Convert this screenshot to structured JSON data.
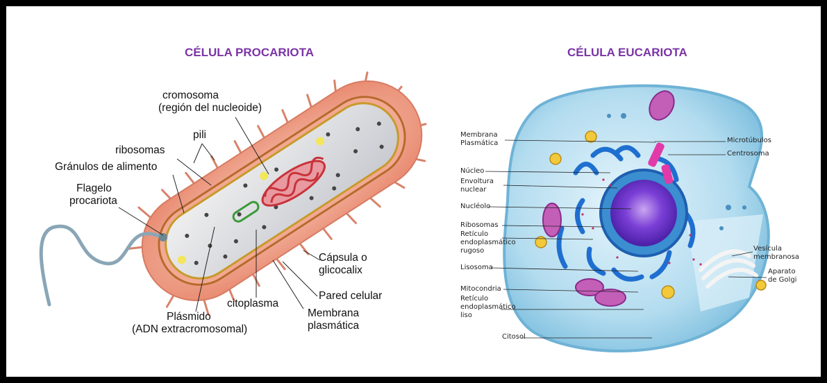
{
  "prokaryote": {
    "title": "CÉLULA PROCARIOTA",
    "labels": {
      "cromosoma": [
        "cromosoma",
        "(región del nucleoide)"
      ],
      "pili": "pili",
      "ribosomas": "ribosomas",
      "granulos": "Gránulos de alimento",
      "flagelo": [
        "Flagelo",
        "procariota"
      ],
      "capsula": [
        "Cápsula o",
        "glicocalix"
      ],
      "pared": "Pared celular",
      "citoplasma": "citoplasma",
      "membrana": [
        "Membrana",
        "plasmática"
      ],
      "plasmido": [
        "Plásmido",
        "(ADN extracromosomal)"
      ]
    }
  },
  "eukaryote": {
    "title": "CÉLULA EUCARIOTA",
    "labels": {
      "membrana": [
        "Membrana",
        "Plasmática"
      ],
      "nucleo": "Núcleo",
      "envoltura": [
        "Envoltura",
        "nuclear"
      ],
      "nucleolo": "Nucléolo",
      "ribosomas": "Ribosomas",
      "rer": [
        "Retículo",
        "endoplasmático",
        "rugoso"
      ],
      "lisosoma": "Lisosoma",
      "mitocondria": "Mitocondria",
      "rel": [
        "Retículo",
        "endoplasmático",
        "liso"
      ],
      "citosol": "Citosol",
      "microtubulos": "Microtúbulos",
      "centrosoma": "Centrosoma",
      "vesicula": [
        "Vesícula",
        "membranosa"
      ],
      "golgi": [
        "Aparato",
        "de Golgi"
      ]
    }
  }
}
